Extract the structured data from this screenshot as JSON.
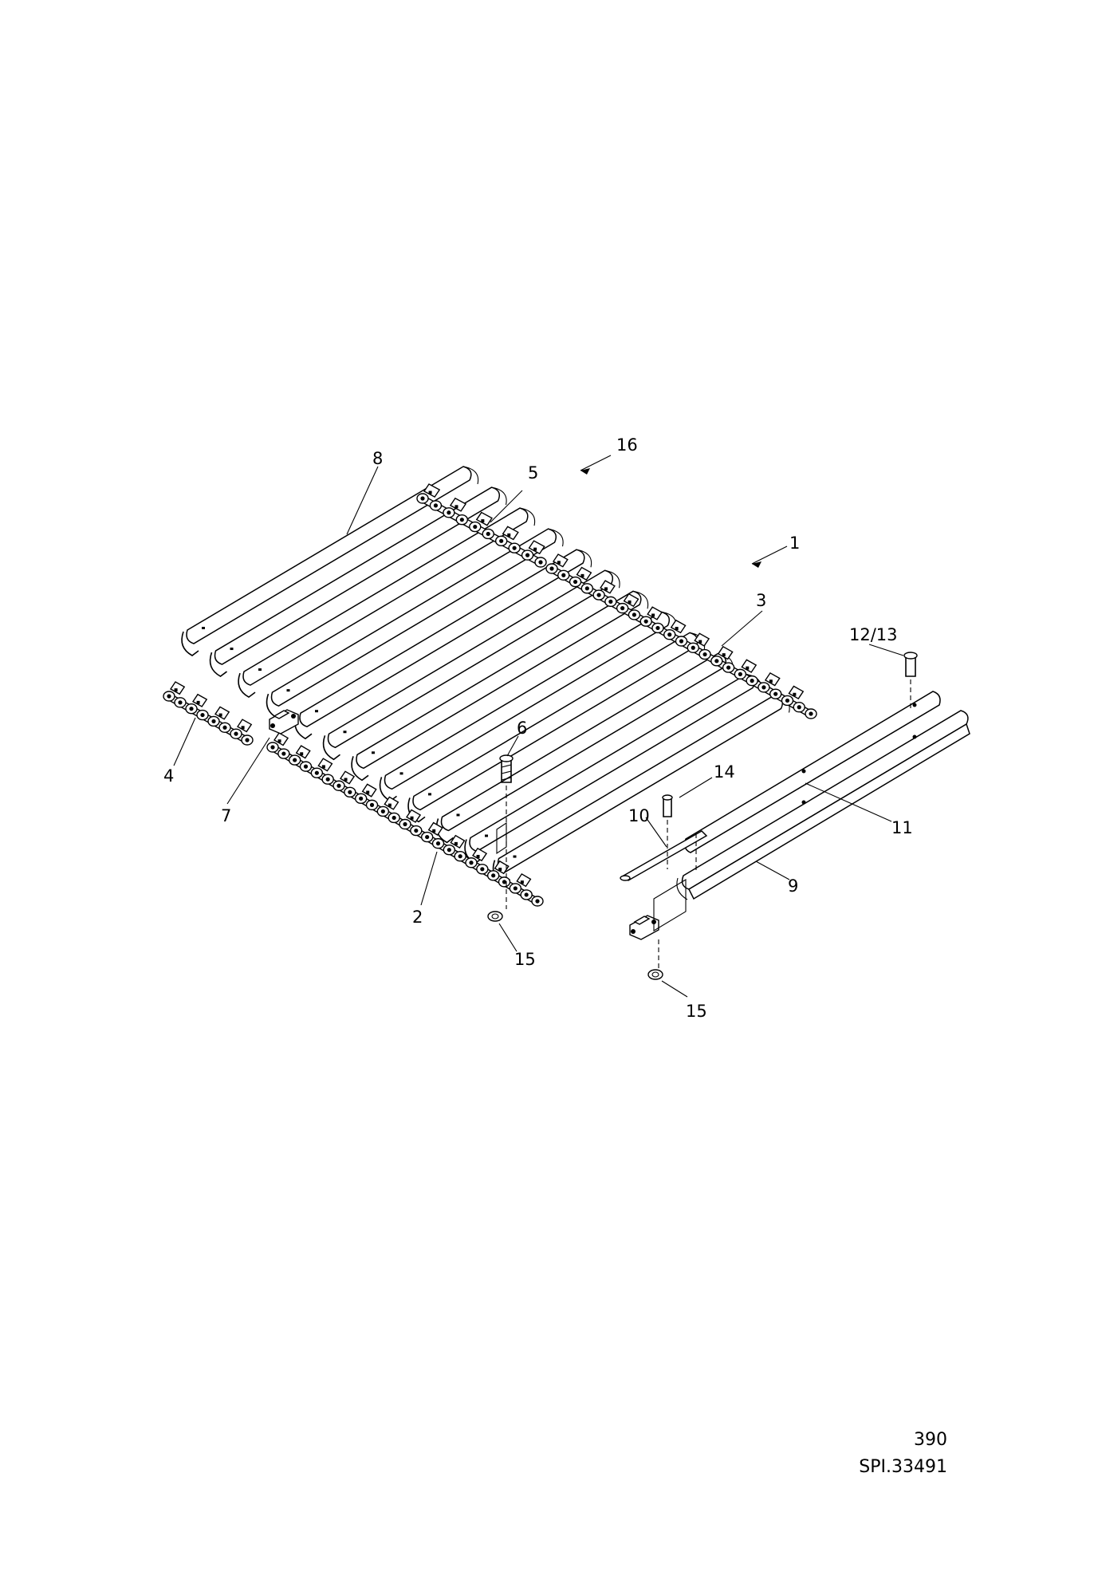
{
  "callouts": {
    "c1": "1",
    "c2": "2",
    "c3": "3",
    "c4": "4",
    "c5": "5",
    "c6": "6",
    "c7": "7",
    "c8": "8",
    "c9": "9",
    "c10": "10",
    "c11": "11",
    "c12_13": "12/13",
    "c14": "14",
    "c15a": "15",
    "c15b": "15",
    "c16": "16"
  },
  "reference": {
    "page_number": "390",
    "drawing_code": "SPI.33491"
  }
}
